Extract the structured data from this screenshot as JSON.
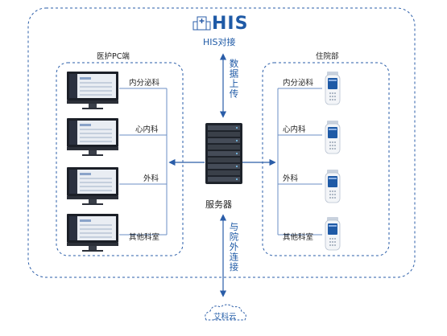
{
  "his": {
    "logo_text": "HIS",
    "subtitle": "HIS对接"
  },
  "pc_group": {
    "title": "医护PC端",
    "items": [
      {
        "label": "内分泌科"
      },
      {
        "label": "心内科"
      },
      {
        "label": "外科"
      },
      {
        "label": "其他科室"
      }
    ]
  },
  "ward_group": {
    "title": "住院部",
    "items": [
      {
        "label": "内分泌科"
      },
      {
        "label": "心内科"
      },
      {
        "label": "外科"
      },
      {
        "label": "其他科室"
      }
    ]
  },
  "server": {
    "label": "服务器"
  },
  "links": {
    "upload": "数据上传",
    "outer": "与院外连接"
  },
  "cloud": {
    "label": "艾科云"
  },
  "colors": {
    "accent": "#1f5aa6",
    "dash": "#2a5da8",
    "line": "#5a83bf"
  }
}
